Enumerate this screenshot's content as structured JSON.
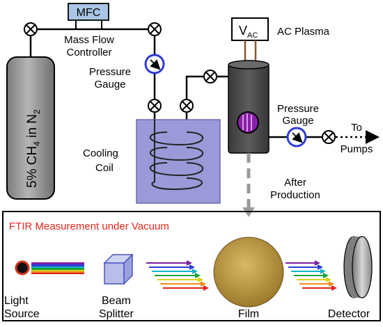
{
  "labels": {
    "cylinder": "5% CH",
    "cylinder_sub": "4",
    "cylinder_tail": " in N",
    "cylinder_sub2": "2",
    "mfc_box": "MFC",
    "mass_flow_1": "Mass Flow",
    "mass_flow_2": "Controller",
    "pressure_gauge_1": "Pressure",
    "pressure_gauge_2": "Gauge",
    "vac": "V",
    "vac_sub": "AC",
    "ac_plasma": "AC Plasma",
    "pressure_gauge_b1": "Pressure",
    "pressure_gauge_b2": "Gauge",
    "to_pumps_1": "To",
    "to_pumps_2": "Pumps",
    "cooling_coil_1": "Cooling",
    "cooling_coil_2": "Coil",
    "after_production_1": "After",
    "after_production_2": "Production",
    "ftir_title": "FTIR Measurement under Vacuum",
    "light_source_1": "Light",
    "light_source_2": "Source",
    "beam_splitter_1": "Beam",
    "beam_splitter_2": "Splitter",
    "film": "Film",
    "detector": "Detector"
  },
  "colors": {
    "cylinder_fill": "#9b9b9b",
    "mfc_fill": "#a9c6e6",
    "reactor_fill": "#4a4a4a",
    "plasma_purple": "#8a1fa8",
    "gauge_blue": "#2f3bd4",
    "cooling_bath": "#9a9ad8",
    "ftir_title": "#e8251c",
    "film_fill": "#c8a24a",
    "beam_colors": [
      "#7a1fa0",
      "#2c3fd6",
      "#17b2c8",
      "#1aa13a",
      "#d8d21a",
      "#f08a1a",
      "#e0231b"
    ]
  },
  "icons": {
    "valve": "valve-icon",
    "gauge": "pressure-gauge-icon",
    "arrow": "flow-arrow-icon"
  }
}
